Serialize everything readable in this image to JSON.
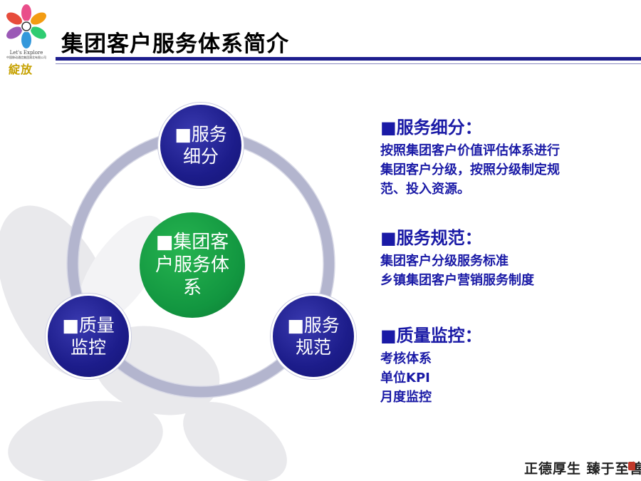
{
  "header": {
    "title": "集团客户服务体系简介",
    "logo_caption_line1": "Let's Explore",
    "logo_caption_line2": "中国移动通信集团湖北有限公司",
    "logo_name": "綻放"
  },
  "diagram": {
    "center": "■集团客户服务体系",
    "nodes": [
      {
        "label": "■服务细分"
      },
      {
        "label": "■服务规范"
      },
      {
        "label": "■质量监控"
      }
    ]
  },
  "panel": {
    "sections": [
      {
        "heading": "■服务细分：",
        "lines": [
          "按照集团客户价值评估体系进行",
          "集团客户分级，按照分级制定规",
          "范、投入资源。"
        ]
      },
      {
        "heading": "■服务规范：",
        "lines": [
          "集团客户分级服务标准",
          "乡镇集团客户营销服务制度"
        ]
      },
      {
        "heading": "■质量监控：",
        "lines": [
          "考核体系",
          "单位KPI",
          "月度监控"
        ]
      }
    ]
  },
  "footer": {
    "motto": "正德厚生 臻于至善"
  },
  "colors": {
    "accent_blue": "#1a1aa6",
    "node_blue": "#1c1c8a",
    "node_green": "#129640",
    "ring": "#b3b5ce",
    "rule": "#1e1e8e"
  },
  "icons": {
    "logo": "flower-logo-icon",
    "watermark": "flower-watermark"
  }
}
